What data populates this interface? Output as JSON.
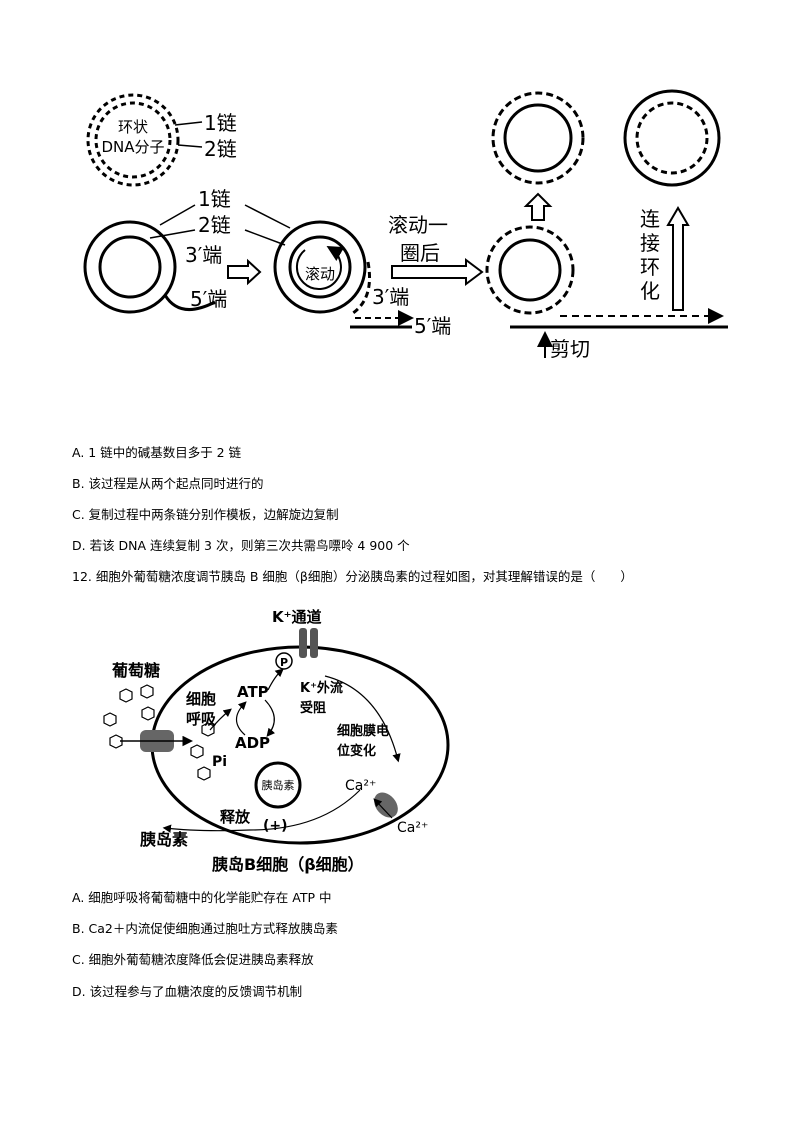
{
  "figure1": {
    "circ_label_line1": "环状",
    "circ_label_line2": "DNA分子",
    "strand1": "1链",
    "strand2": "2链",
    "end3": "3′端",
    "end5": "5′端",
    "rolling": "滚动",
    "after_roll_line1": "滚动一",
    "after_roll_line2": "圈后",
    "cut": "剪切",
    "ligate": [
      "连",
      "接",
      "环",
      "化"
    ]
  },
  "q11_options": [
    "A. 1 链中的碱基数目多于 2 链",
    "B. 该过程是从两个起点同时进行的",
    "C. 复制过程中两条链分别作模板，边解旋边复制",
    "D. 若该 DNA 连续复制 3 次，则第三次共需鸟嘌呤 4 900 个"
  ],
  "q12": {
    "stem": "12. 细胞外葡萄糖浓度调节胰岛 B 细胞（β细胞）分泌胰岛素的过程如图，对其理解错误的是（　　）",
    "figure": {
      "k_channel": "K⁺通道",
      "glucose": "葡萄糖",
      "resp_line1": "细胞",
      "resp_line2": "呼吸",
      "atp": "ATP",
      "adp": "ADP",
      "pi": "Pi",
      "p_mark": "P",
      "k_out_line1": "K⁺外流",
      "k_out_line2": "受阻",
      "mem_line1": "细胞膜电",
      "mem_line2": "位变化",
      "ca_in": "Ca²⁺",
      "ca_out": "Ca²⁺",
      "insulin_vesicle": "胰岛素",
      "release": "释放",
      "plus": "(+)",
      "insulin": "胰岛素",
      "cell_name": "胰岛B细胞（β细胞）"
    },
    "options": [
      "A. 细胞呼吸将葡萄糖中的化学能贮存在 ATP 中",
      "B. Ca2＋内流促使细胞通过胞吐方式释放胰岛素",
      "C. 细胞外葡萄糖浓度降低会促进胰岛素释放",
      "D. 该过程参与了血糖浓度的反馈调节机制"
    ]
  }
}
